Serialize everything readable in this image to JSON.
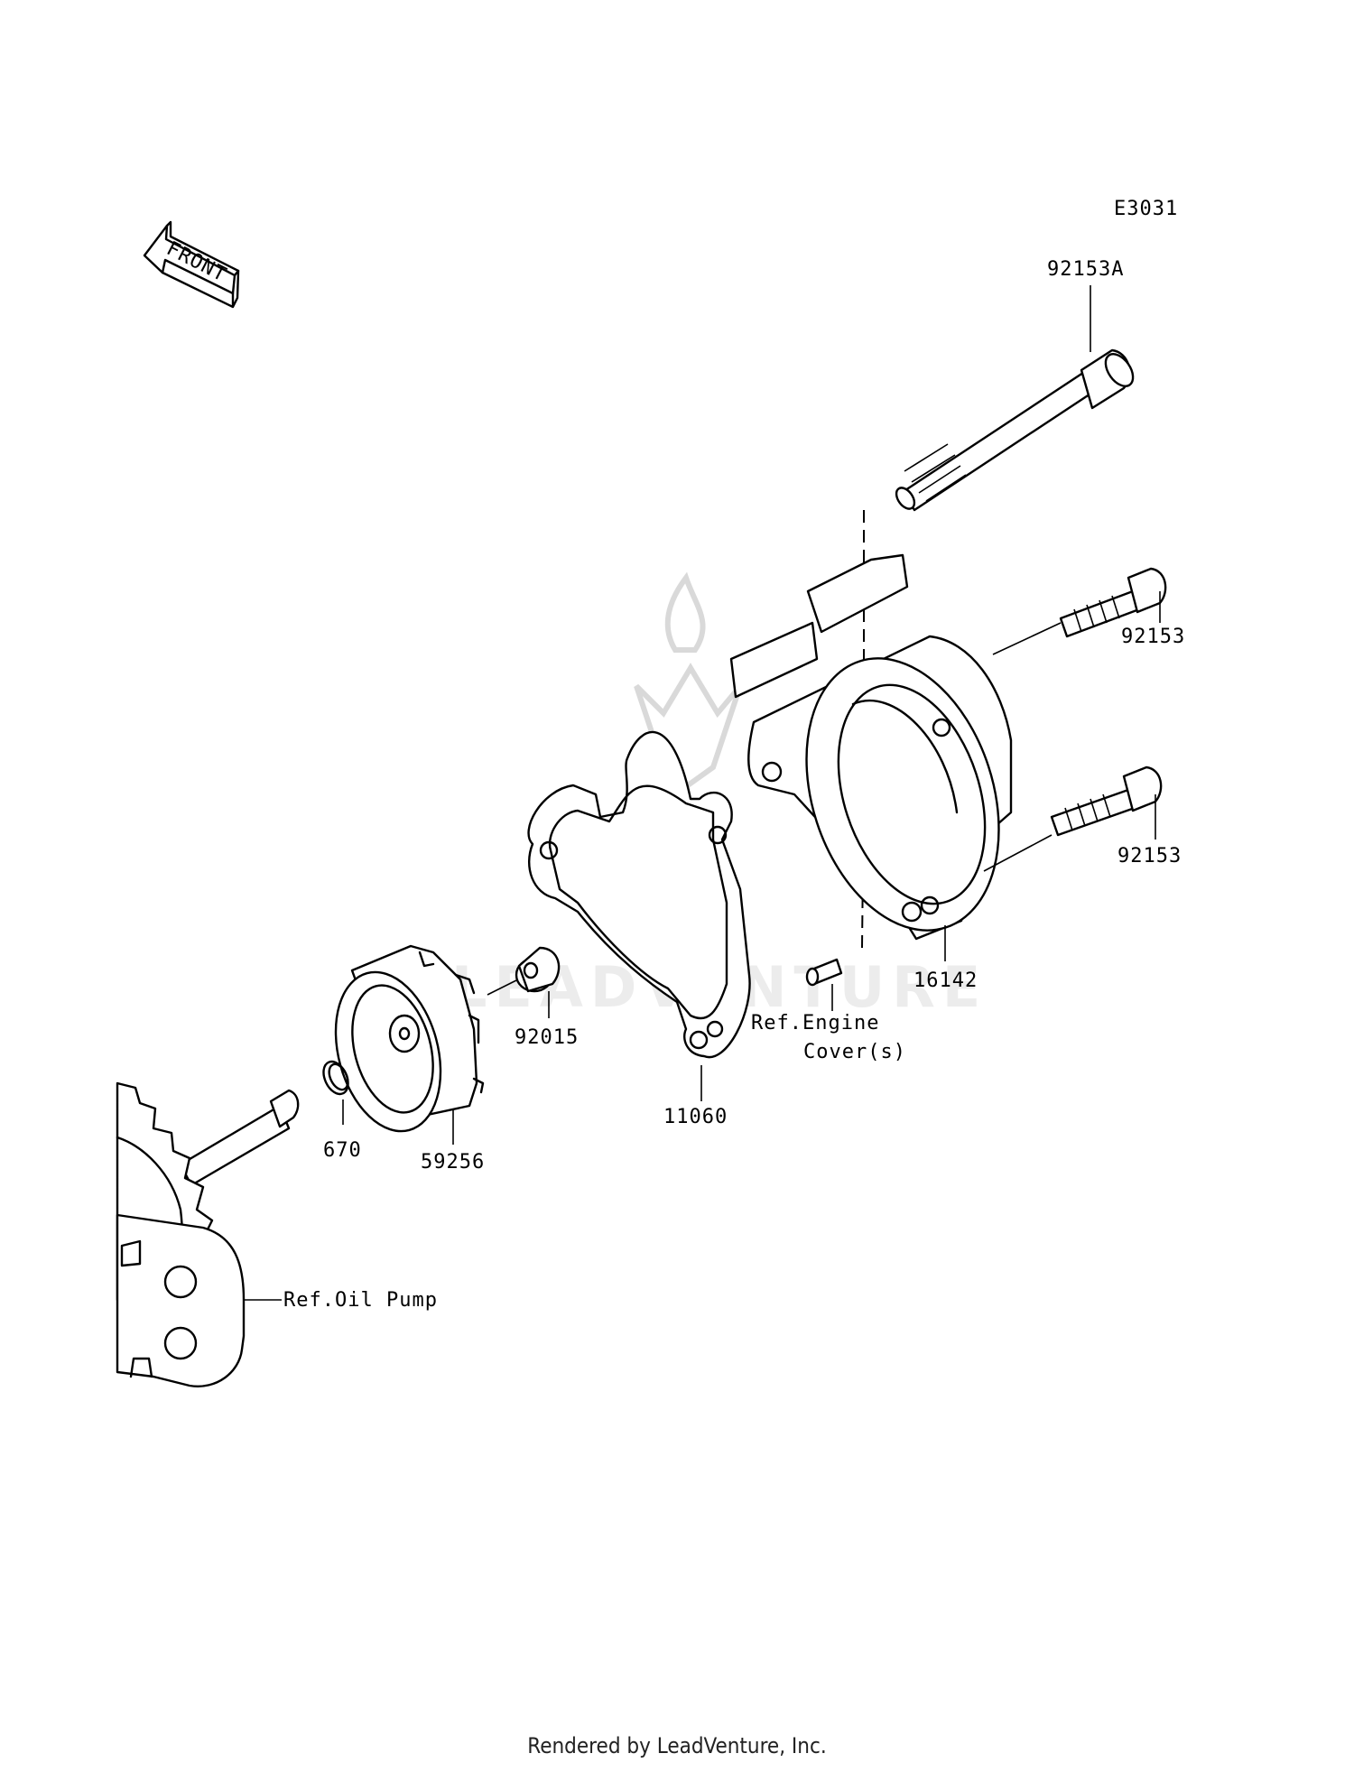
{
  "diagram_code": "E3031",
  "front_arrow_label": "FRONT",
  "parts": {
    "p92153A": "92153A",
    "p92153_upper": "92153",
    "p92153_lower": "92153",
    "p16142": "16142",
    "p11060": "11060",
    "p92015": "92015",
    "p59256": "59256",
    "p670": "670"
  },
  "refs": {
    "engine_line1": "Ref.Engine",
    "engine_line2": "Cover(s)",
    "oil_pump": "Ref.Oil Pump"
  },
  "watermark": "LEADVENTURE",
  "footer": "Rendered by LeadVenture, Inc.",
  "colors": {
    "line": "#000000",
    "background": "#ffffff",
    "watermark": "#d9d9d9"
  }
}
